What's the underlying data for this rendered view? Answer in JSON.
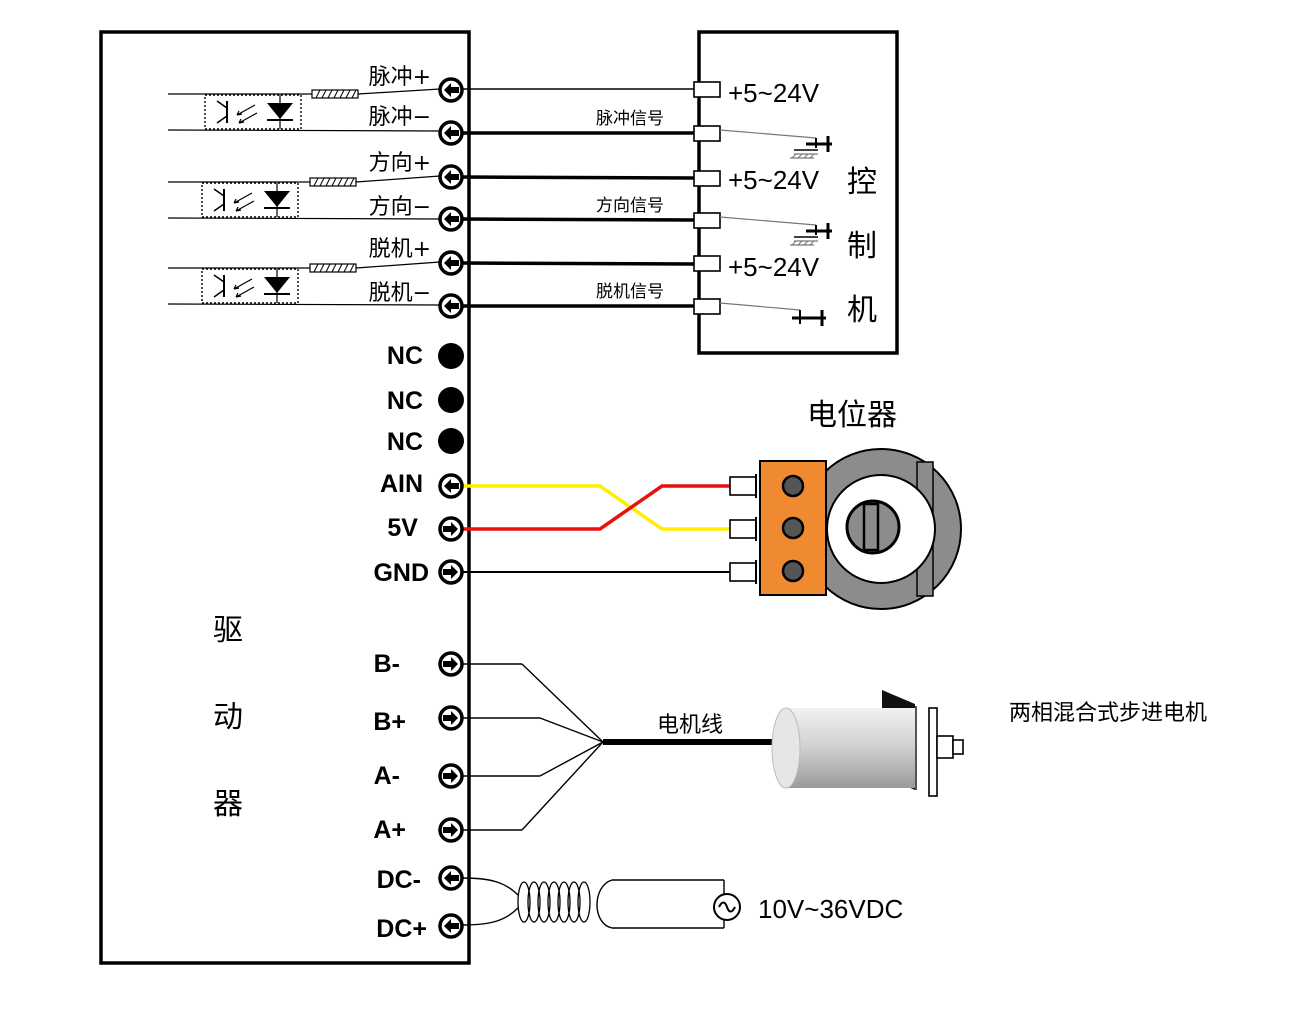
{
  "driver": {
    "title_chars": [
      "驱",
      "动",
      "器"
    ]
  },
  "controller": {
    "title_chars": [
      "控",
      "制",
      "机"
    ],
    "voltages": [
      "+5~24V",
      "+5~24V",
      "+5~24V"
    ],
    "signals": [
      "脉冲信号",
      "方向信号",
      "脱机信号"
    ]
  },
  "terminals": {
    "pulse_plus": "脉冲+",
    "pulse_minus": "脉冲−",
    "dir_plus": "方向+",
    "dir_minus": "方向−",
    "ena_plus": "脱机+",
    "ena_minus": "脱机−",
    "nc1": "NC",
    "nc2": "NC",
    "nc3": "NC",
    "ain": "AIN",
    "v5": "5V",
    "gnd": "GND",
    "b_minus": "B-",
    "b_plus": "B+",
    "a_minus": "A-",
    "a_plus": "A+",
    "dc_minus": "DC-",
    "dc_plus": "DC+"
  },
  "potentiometer": {
    "title": "电位器"
  },
  "motor": {
    "cable_label": "电机线",
    "title": "两相混合式步进电机"
  },
  "power": {
    "label": "10V~36VDC"
  },
  "colors": {
    "line": "#000000",
    "wire_yellow": "#ffee00",
    "wire_red": "#e81010",
    "pot_body": "#f08a30",
    "motor_body": "#d8d8d8"
  }
}
